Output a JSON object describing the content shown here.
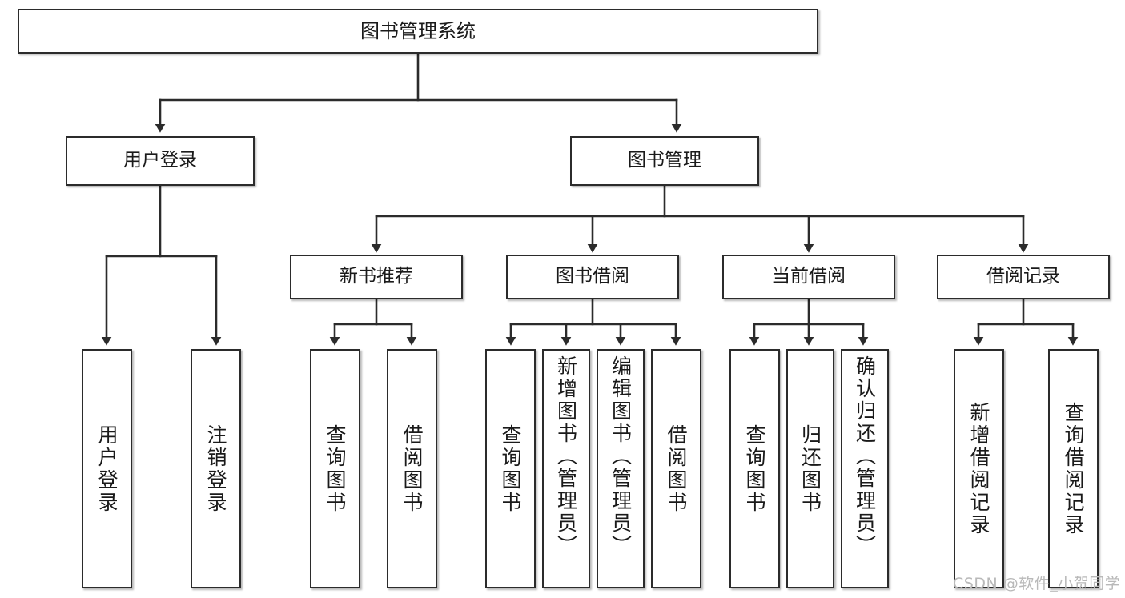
{
  "diagram": {
    "type": "tree-flowchart",
    "orientation": "top-down",
    "title_node": "图书管理系统",
    "watermark": "CSDN @软件_小贺同学",
    "colors": {
      "background": "#ffffff",
      "box_border": "#2b2b2b",
      "box_fill": "#ffffff",
      "connector": "#2b2b2b",
      "text": "#1a1a1a",
      "watermark": "#b9b9b9"
    },
    "nodes": {
      "root": {
        "label": "图书管理系统"
      },
      "level1": [
        {
          "id": "user-login",
          "label": "用户登录"
        },
        {
          "id": "book-management",
          "label": "图书管理"
        }
      ],
      "level2": [
        {
          "id": "new-book-recommend",
          "label": "新书推荐"
        },
        {
          "id": "book-borrow",
          "label": "图书借阅"
        },
        {
          "id": "current-borrow",
          "label": "当前借阅"
        },
        {
          "id": "borrow-record",
          "label": "借阅记录"
        }
      ],
      "leaves": {
        "user-login": [
          {
            "id": "leaf-user-login",
            "label": "用户登录"
          },
          {
            "id": "leaf-logout-login",
            "label": "注销登录"
          }
        ],
        "new-book-recommend": [
          {
            "id": "leaf-query-book-1",
            "label": "查询图书"
          },
          {
            "id": "leaf-borrow-book-1",
            "label": "借阅图书"
          }
        ],
        "book-borrow": [
          {
            "id": "leaf-query-book-2",
            "label": "查询图书"
          },
          {
            "id": "leaf-add-book-admin",
            "label": "新增图书（管理员）"
          },
          {
            "id": "leaf-edit-book-admin",
            "label": "编辑图书（管理员）"
          },
          {
            "id": "leaf-borrow-book-2",
            "label": "借阅图书"
          }
        ],
        "current-borrow": [
          {
            "id": "leaf-query-book-3",
            "label": "查询图书"
          },
          {
            "id": "leaf-return-book",
            "label": "归还图书"
          },
          {
            "id": "leaf-confirm-return-admin",
            "label": "确认归还（管理员）"
          }
        ],
        "borrow-record": [
          {
            "id": "leaf-add-borrow-record",
            "label": "新增借阅记录"
          },
          {
            "id": "leaf-query-borrow-record",
            "label": "查询借阅记录"
          }
        ]
      }
    }
  }
}
